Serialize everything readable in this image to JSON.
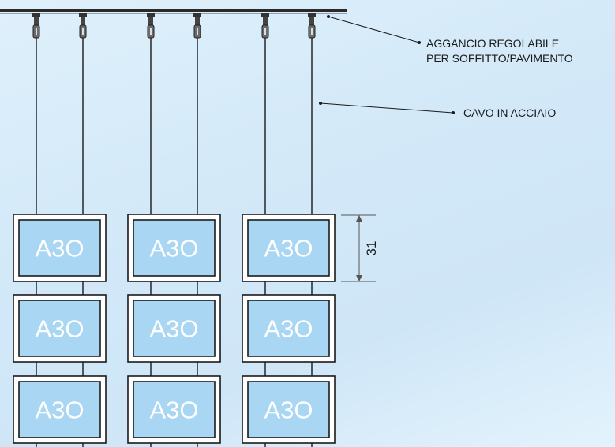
{
  "annotations": {
    "clamp_line1": "AGGANCIO REGOLABILE",
    "clamp_line2": "PER SOFFITTO/PAVIMENTO",
    "cable": "CAVO IN ACCIAIO"
  },
  "frame_label": "A3O",
  "dimension_label": "31",
  "layout": {
    "columns": 3,
    "visible_rows": 3
  },
  "colors": {
    "panel": "#a9d6f2",
    "frame": "#ffffff",
    "line": "#1a1a1a",
    "background": "#d6ebf8"
  }
}
